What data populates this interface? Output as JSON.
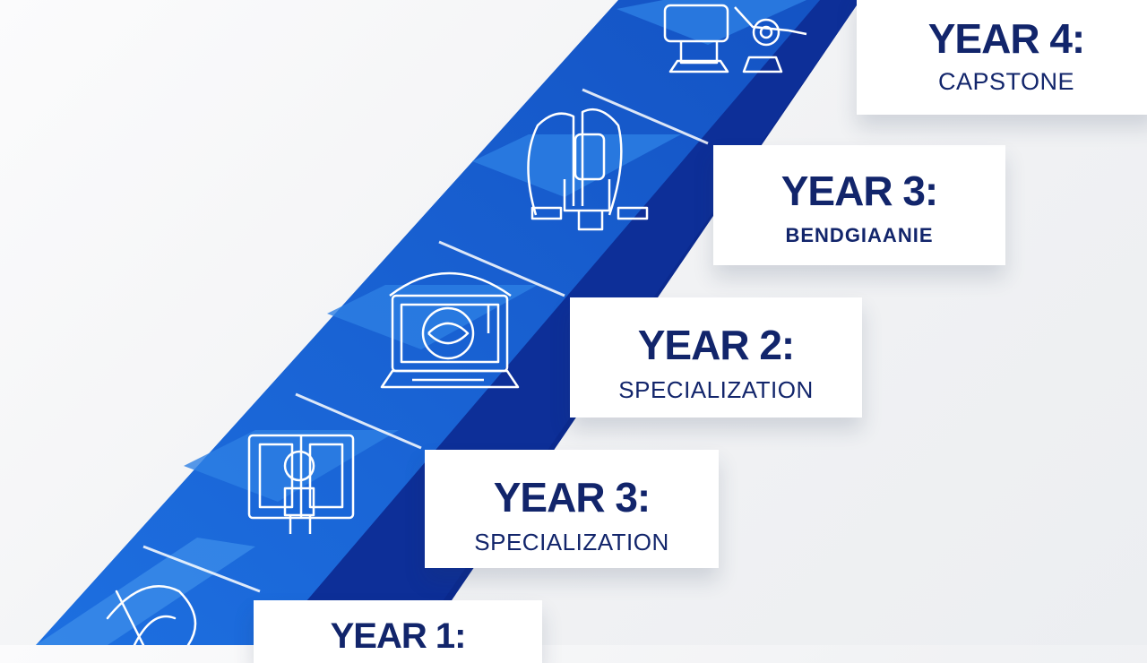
{
  "colors": {
    "navy": "#0b2a8f",
    "blue": "#1a66d6",
    "light_blue": "#3b8ae8",
    "card_text": "#12256b",
    "card_bg": "#ffffff"
  },
  "steps": [
    {
      "title": "YEAR 1:",
      "subtitle": "",
      "icon": "rocket-icon"
    },
    {
      "title": "YEAR 3:",
      "subtitle": "SPECIALIZATION",
      "icon": "book-person-icon"
    },
    {
      "title": "YEAR 2:",
      "subtitle": "SPECIALIZATION",
      "icon": "laptop-globe-icon"
    },
    {
      "title": "YEAR 3:",
      "subtitle": "BENDGIAANIE",
      "icon": "rocket-icon"
    },
    {
      "title": "YEAR 4:",
      "subtitle": "CAPSTONE",
      "icon": "robot-icon"
    }
  ]
}
